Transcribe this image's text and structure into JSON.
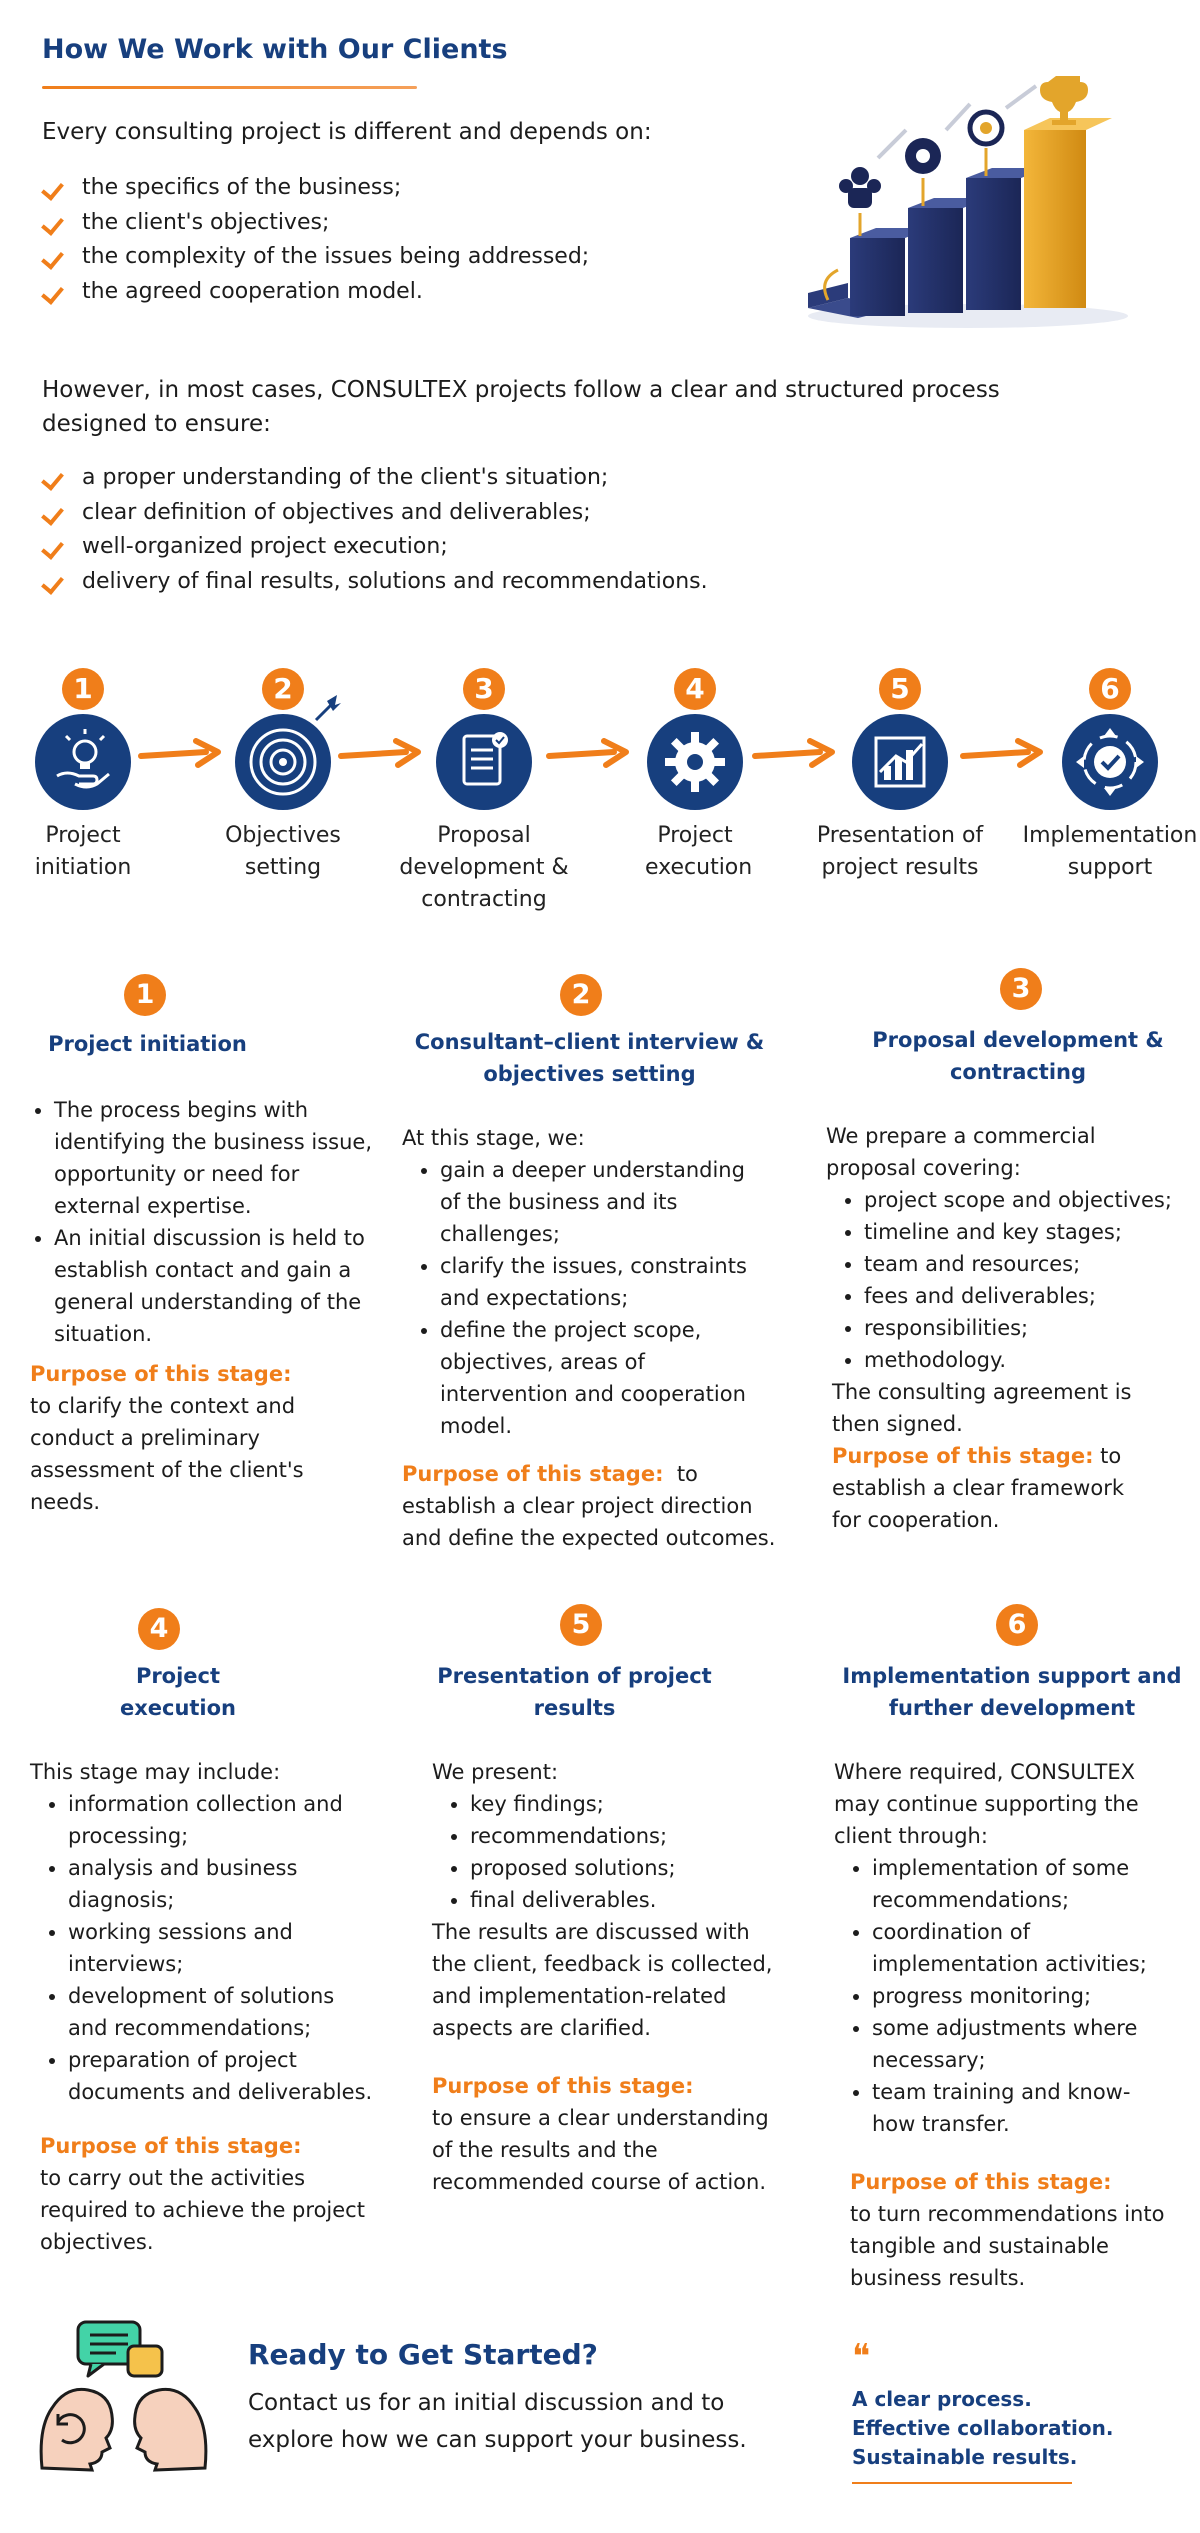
{
  "header": {
    "title": "How We Work with Our Clients"
  },
  "intro": {
    "lead": "Every consulting project is different and depends on:",
    "factors": [
      "the specifics of the business;",
      "the client's objectives;",
      "the complexity of the issues being addressed;",
      "the agreed cooperation model."
    ],
    "process_lead": "However, in most cases, CONSULTEX projects follow a clear and structured process designed to ensure:",
    "ensures": [
      "a proper understanding of the client's situation;",
      "clear definition of objectives and deliverables;",
      "well-organized project execution;",
      "delivery of final results, solutions and recommendations."
    ]
  },
  "process": {
    "steps": [
      {
        "num": "1",
        "label": "Project initiation",
        "icon": "lightbulb-hand-icon"
      },
      {
        "num": "2",
        "label": "Objectives setting",
        "icon": "target-icon"
      },
      {
        "num": "3",
        "label": "Proposal development & contracting",
        "icon": "document-icon"
      },
      {
        "num": "4",
        "label": "Project execution",
        "icon": "gear-icon"
      },
      {
        "num": "5",
        "label": "Presentation of project results",
        "icon": "chart-icon"
      },
      {
        "num": "6",
        "label": "Implementation support",
        "icon": "check-cycle-icon"
      }
    ]
  },
  "stages": [
    {
      "num": "1",
      "title": "Project initiation",
      "bullets": [
        "The process begins with identifying the business issue, opportunity or need for external expertise.",
        "An initial discussion is held to establish contact and gain a general understanding of the situation."
      ],
      "purpose_label": "Purpose of this stage:",
      "purpose_text": "to clarify the context and conduct a preliminary assessment of the client's needs."
    },
    {
      "num": "2",
      "title": "Consultant–client interview & objectives setting",
      "intro": "At this stage, we:",
      "bullets": [
        "gain a deeper understanding of the business and its challenges;",
        "clarify the issues, constraints and expectations;",
        "define the project scope, objectives, areas of intervention and cooperation model."
      ],
      "purpose_label": "Purpose of this stage:",
      "purpose_text": "to establish a clear project direction and define the expected outcomes."
    },
    {
      "num": "3",
      "title": "Proposal development & contracting",
      "intro": "We prepare a commercial proposal covering:",
      "bullets": [
        "project scope and objectives;",
        "timeline and key stages;",
        "team and resources;",
        "fees and deliverables;",
        "responsibilities;",
        "methodology."
      ],
      "outro": "The consulting agreement is then signed.",
      "purpose_label": "Purpose of this stage:",
      "purpose_text": "to establish a clear framework for cooperation."
    },
    {
      "num": "4",
      "title": "Project execution",
      "intro": "This stage may include:",
      "bullets": [
        "information collection and processing;",
        "analysis and business diagnosis;",
        "working sessions and interviews;",
        "development of solutions and recommendations;",
        "preparation of project documents and deliverables."
      ],
      "purpose_label": "Purpose of this stage:",
      "purpose_text": "to carry out the activities required to achieve the project objectives."
    },
    {
      "num": "5",
      "title": "Presentation of project results",
      "intro": "We present:",
      "bullets": [
        "key findings;",
        "recommendations;",
        "proposed solutions;",
        "final deliverables."
      ],
      "outro": "The results are discussed with the client, feedback is collected, and implementation-related aspects are clarified.",
      "purpose_label": "Purpose of this stage:",
      "purpose_text": "to ensure a clear understanding of the results and the recommended course of action."
    },
    {
      "num": "6",
      "title": "Implementation support and further development",
      "intro": "Where required, CONSULTEX may continue supporting the client through:",
      "bullets": [
        "implementation of some recommendations;",
        "coordination of implementation activities;",
        "progress monitoring;",
        "some adjustments where necessary;",
        "team training and know-how transfer."
      ],
      "purpose_label": "Purpose of this stage:",
      "purpose_text": "to turn recommendations into tangible and sustainable business results."
    }
  ],
  "footer": {
    "cta_title": "Ready to Get Started?",
    "cta_text": "Contact us for an initial discussion and to explore how we can support your business.",
    "quote_mark": "❝",
    "quote_lines": [
      "A clear process.",
      "Effective collaboration.",
      "Sustainable results."
    ]
  },
  "colors": {
    "navy": "#173f7e",
    "orange": "#f07e1a",
    "gold": "#e3a52b"
  }
}
